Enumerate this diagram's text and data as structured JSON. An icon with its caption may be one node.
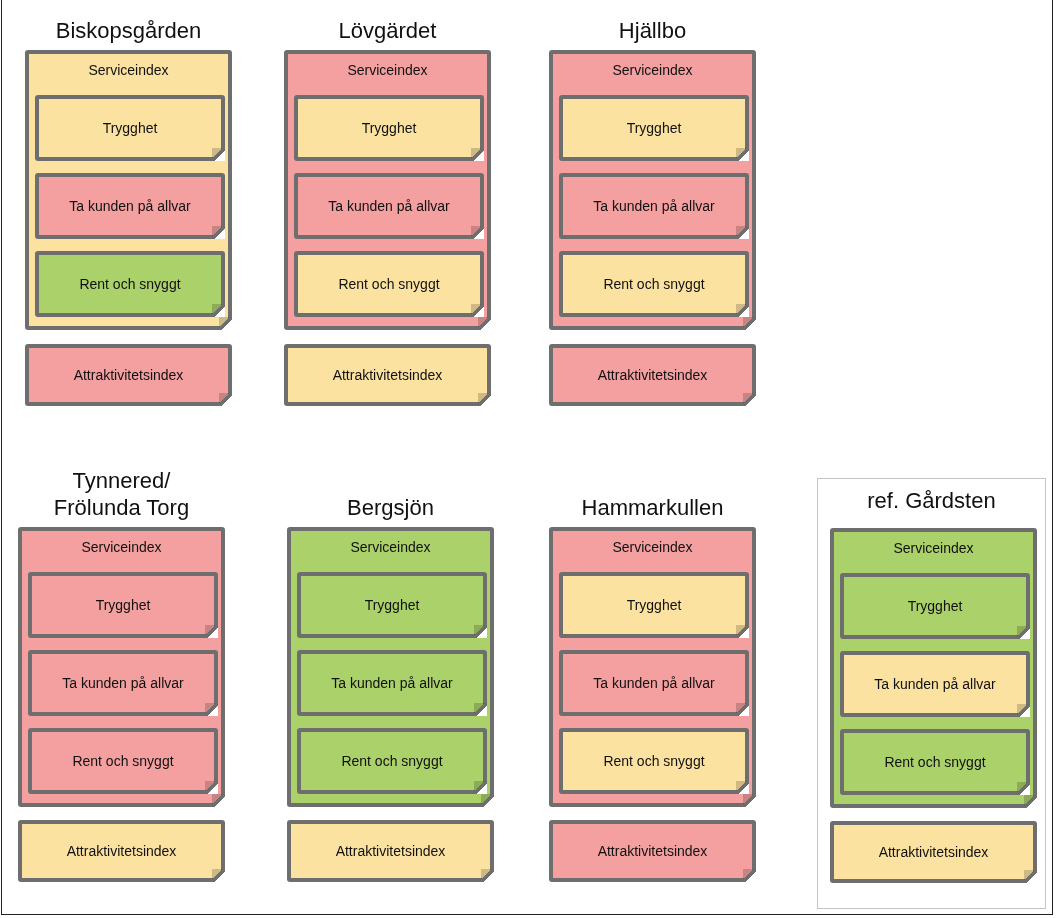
{
  "diagram": {
    "nodes": [
      {
        "text": [
          "Biskopsgården",
          "Serviceindex"
        ]
      },
      {
        "text": [
          "Trygghet"
        ],
        "in": 0
      },
      {
        "text": [
          "Ta kunden på allvar"
        ],
        "in": 0
      },
      {
        "text": [
          "Rent och snyggt"
        ],
        "in": 0
      },
      {
        "text": [
          "Attraktivitetsindex"
        ]
      },
      {
        "text": [
          "Lövgärdet",
          "Serviceindex"
        ]
      },
      {
        "text": [
          "Trygghet"
        ],
        "in": 5
      },
      {
        "text": [
          "Ta kunden på allvar"
        ],
        "in": 5
      },
      {
        "text": [
          "Rent och snyggt"
        ],
        "in": 5
      },
      {
        "text": [
          "Attraktivitetsindex"
        ]
      },
      {
        "text": [
          "Hjällbo",
          "Serviceindex"
        ]
      },
      {
        "text": [
          "Trygghet"
        ],
        "in": 10
      },
      {
        "text": [
          "Ta kunden på allvar"
        ],
        "in": 10
      },
      {
        "text": [
          "Rent och snyggt"
        ],
        "in": 10
      },
      {
        "text": [
          "Attraktivitetsindex"
        ]
      },
      {
        "text": [
          "Tynnered/ Frölunda Torg",
          "Serviceindex"
        ]
      },
      {
        "text": [
          "Trygghet"
        ],
        "in": 15
      },
      {
        "text": [
          "Ta kunden på allvar"
        ],
        "in": 15
      },
      {
        "text": [
          "Rent och snyggt"
        ],
        "in": 15
      },
      {
        "text": [
          "Attraktivitetsindex"
        ]
      },
      {
        "text": [
          "Bergsjön",
          "Serviceindex"
        ]
      },
      {
        "text": [
          "Trygghet"
        ],
        "in": 20
      },
      {
        "text": [
          "Ta kunden på allvar"
        ],
        "in": 20
      },
      {
        "text": [
          "Rent och snyggt"
        ],
        "in": 20
      },
      {
        "text": [
          "Attraktivitetsindex"
        ]
      },
      {
        "text": [
          "Hammarkullen",
          "Serviceindex"
        ]
      },
      {
        "text": [
          "Trygghet"
        ],
        "in": 25
      },
      {
        "text": [
          "Ta kunden på allvar"
        ],
        "in": 25
      },
      {
        "text": [
          "Rent och snyggt"
        ],
        "in": 25
      },
      {
        "text": [
          "Attraktivitetsindex"
        ]
      },
      {
        "text": [
          "ref. Gårdsten"
        ]
      },
      {
        "text": [
          "Serviceindex"
        ],
        "in": 30
      },
      {
        "text": [
          "Trygghet"
        ],
        "in": 31
      },
      {
        "text": [
          "Ta kunden på allvar"
        ],
        "in": 31
      },
      {
        "text": [
          "Rent och snyggt"
        ],
        "in": 31
      },
      {
        "text": [
          "Attraktivitetsindex"
        ],
        "in": 30
      }
    ]
  }
}
